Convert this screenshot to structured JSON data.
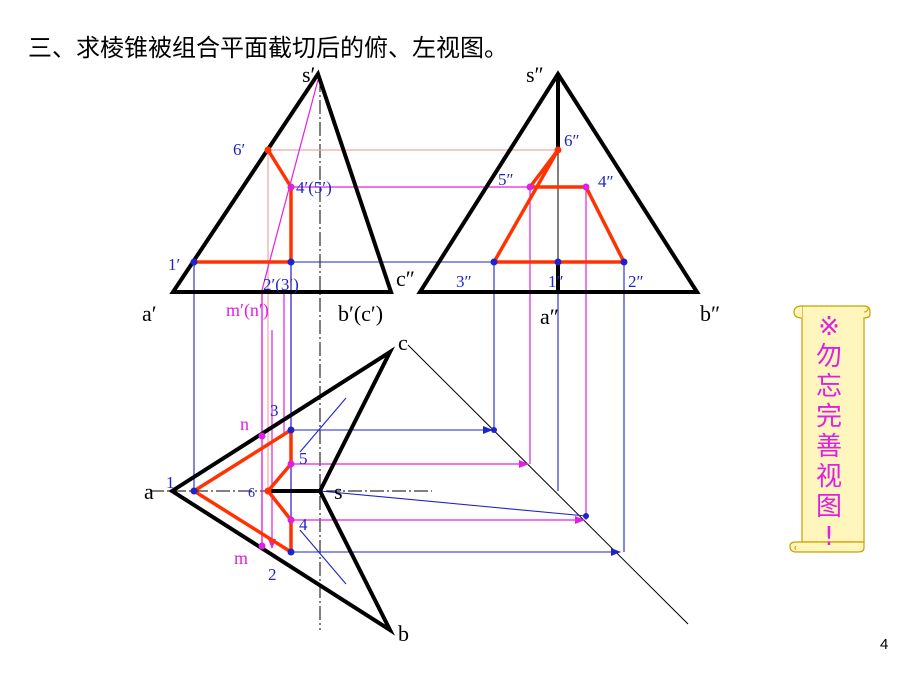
{
  "slide": {
    "title": "三、求棱锥被组合平面截切后的俯、左视图。",
    "page_number": "4"
  },
  "note": {
    "symbol": "※",
    "chars": [
      "勿",
      "忘",
      "完",
      "善",
      "视",
      "图",
      "!"
    ]
  },
  "labels": {
    "front": {
      "s": "s′",
      "p6": "6′",
      "p45": "4′(5′)",
      "p1": "1′",
      "p23": "2′(3′)",
      "a": "a′",
      "bc": "b′(c′)",
      "mn": "m′(n′)"
    },
    "side": {
      "s": "s″",
      "p6": "6″",
      "p5": "5″",
      "p4": "4″",
      "c": "c″",
      "p3": "3″",
      "p1": "1″",
      "p2": "2″",
      "a": "a″",
      "b": "b″"
    },
    "top": {
      "c": "c",
      "n": "n",
      "p3": "3",
      "p5": "5",
      "a": "a",
      "p1": "1",
      "p6": "6",
      "s": "s",
      "p4": "4",
      "m": "m",
      "p2": "2",
      "b": "b"
    }
  },
  "colors": {
    "outline": "#000000",
    "section": "#ff3300",
    "projection": "#e020e0",
    "projection_light": "#f4a8a8",
    "annotation": "#1f24c8",
    "note_background": "#fef6bd",
    "note_border": "#c8a000"
  }
}
